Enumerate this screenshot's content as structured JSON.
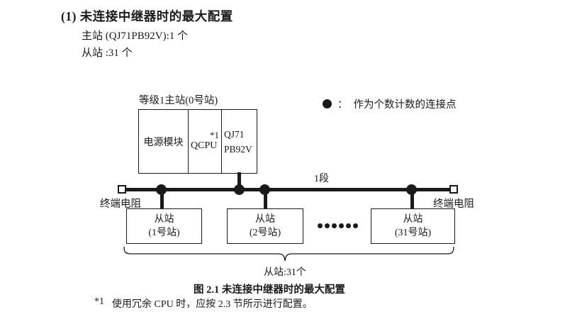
{
  "page": {
    "title": "(1) 未连接中继器时的最大配置",
    "master_line": "主站 (QJ71PB92V):1 个",
    "slave_line": "从站 :31 个"
  },
  "diagram": {
    "master_label": "等级1主站(0号站)",
    "master_modules": {
      "power": "电源模块",
      "cpu": "QCPU",
      "cpu_note": "*1",
      "network_line1": "QJ71",
      "network_line2": "PB92V"
    },
    "legend": {
      "separator": "：",
      "text": "作为个数计数的连接点"
    },
    "segment_label": "1段",
    "terminator_left": "终端电阻",
    "terminator_right": "终端电阻",
    "slaves": [
      {
        "line1": "从站",
        "line2": "(1号站)"
      },
      {
        "line1": "从站",
        "line2": "(2号站)"
      },
      {
        "line1": "从站",
        "line2": "(31号站)"
      }
    ],
    "slave_count_label": "从站:31个"
  },
  "caption": "图 2.1 未连接中继器时的最大配置",
  "footnote": {
    "marker": "*1",
    "text": "使用冗余 CPU 时，应按 2.3 节所示进行配置。"
  },
  "colors": {
    "ink": "#1a1a1a",
    "background": "#ffffff"
  }
}
